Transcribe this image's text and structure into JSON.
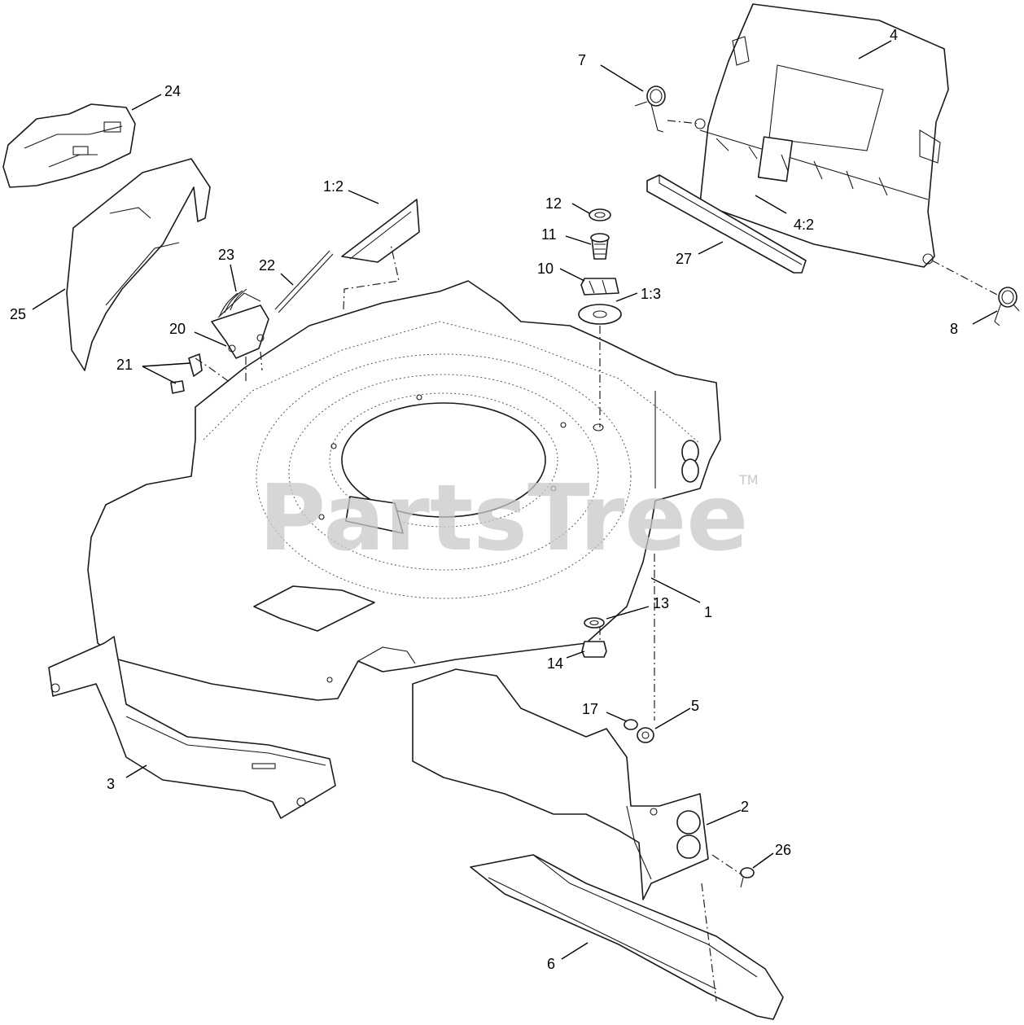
{
  "watermark": {
    "brand": "PartsTree",
    "mark": "TM"
  },
  "callouts": {
    "c1": "1",
    "c1_2": "1:2",
    "c1_3": "1:3",
    "c2": "2",
    "c3": "3",
    "c4": "4",
    "c4_2": "4:2",
    "c5": "5",
    "c6": "6",
    "c7": "7",
    "c8": "8",
    "c10": "10",
    "c11": "11",
    "c12": "12",
    "c13": "13",
    "c14": "14",
    "c17": "17",
    "c20": "20",
    "c21": "21",
    "c22": "22",
    "c23": "23",
    "c24": "24",
    "c25": "25",
    "c26": "26",
    "c27": "27"
  }
}
